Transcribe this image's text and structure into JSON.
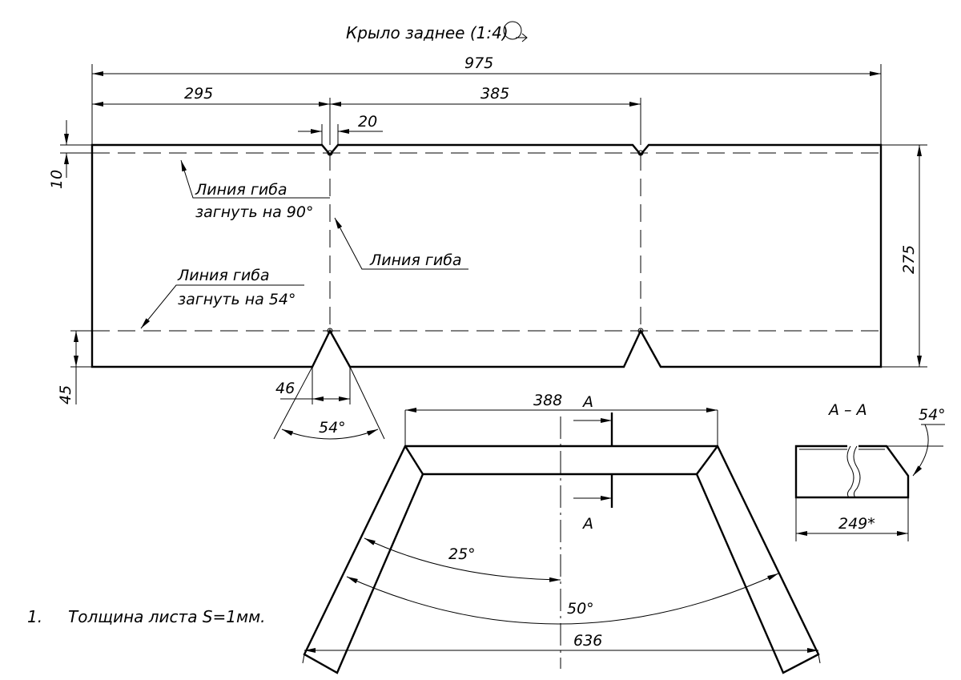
{
  "title": "Крыло заднее (1:4)",
  "icons": {
    "title_symbol": "rotated-view-icon"
  },
  "flat_pattern": {
    "dims": {
      "total_width": "975",
      "left_segment": "295",
      "right_segment": "385",
      "notch_width": "20",
      "top_offset": "10",
      "height": "275",
      "bottom_offset": "45",
      "v_notch_width": "46",
      "v_notch_angle": "54°"
    },
    "labels": {
      "bend_line_1": "Линия гиба",
      "bend_90": "загнуть на 90°",
      "bend_line_2": "Линия гиба",
      "bend_line_3": "Линия гиба",
      "bend_54": "загнуть на 54°"
    }
  },
  "bent_view": {
    "dims": {
      "top_width": "388",
      "bottom_width": "636",
      "half_angle": "25°",
      "full_angle": "50°"
    },
    "section_mark_top": "A",
    "section_mark_bottom": "A"
  },
  "section": {
    "title": "А – А",
    "angle": "54°",
    "width": "249*"
  },
  "notes": [
    {
      "number": "1.",
      "text": "Толщина листа S=1мм."
    }
  ]
}
